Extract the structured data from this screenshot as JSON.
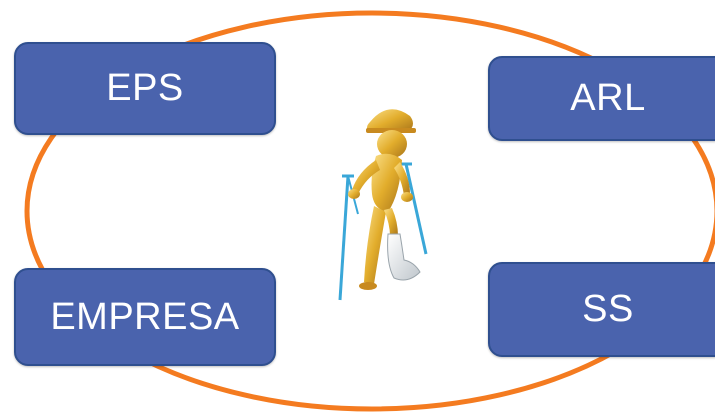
{
  "diagram": {
    "ring_color": "#f47b20",
    "box_color": "#4a63ad",
    "nodes": [
      {
        "label": "EPS"
      },
      {
        "label": "ARL"
      },
      {
        "label": "EMPRESA"
      },
      {
        "label": "SS"
      }
    ],
    "center_image": "injured-worker-on-crutches-icon"
  }
}
